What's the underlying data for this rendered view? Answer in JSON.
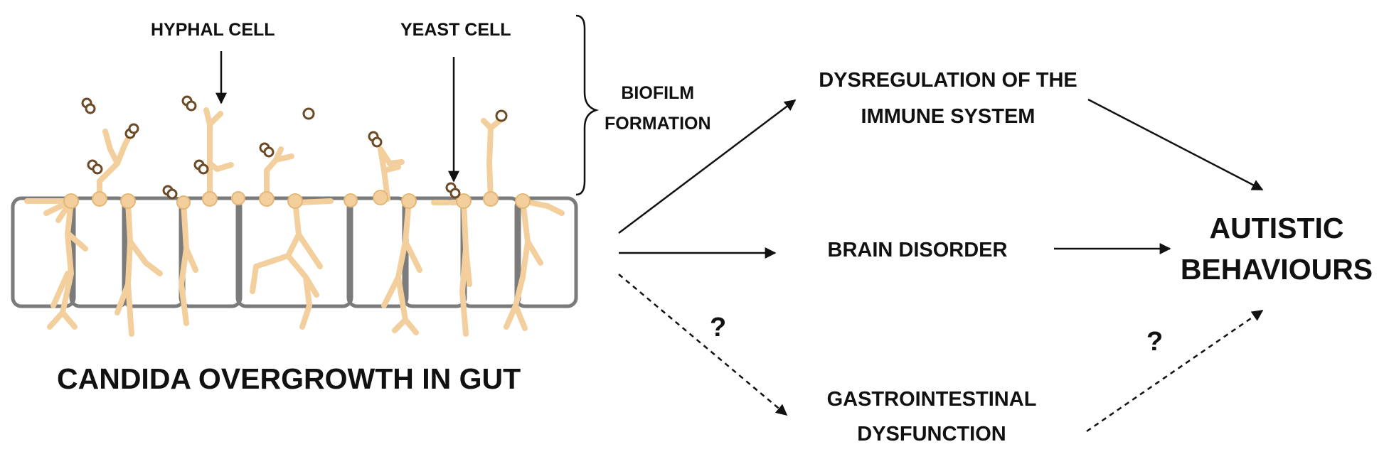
{
  "labels": {
    "hyphal_cell": "HYPHAL CELL",
    "yeast_cell": "YEAST CELL",
    "biofilm_line1": "BIOFILM",
    "biofilm_line2": "FORMATION",
    "candida": "CANDIDA OVERGROWTH IN GUT",
    "dysregulation_line1": "DYSREGULATION OF THE",
    "dysregulation_line2": "IMMUNE SYSTEM",
    "brain": "BRAIN DISORDER",
    "gastro_line1": "GASTROINTESTINAL",
    "gastro_line2": "DYSFUNCTION",
    "autistic_line1": "AUTISTIC",
    "autistic_line2": "BEHAVIOURS",
    "question_left": "?",
    "question_right": "?"
  },
  "colors": {
    "hypha": "#f2cf9c",
    "hypha_stroke": "#e3b877",
    "cell_wall": "#7b7b7b",
    "yeast_stroke": "#6b4a25",
    "arrow": "#111111"
  },
  "arrows": [
    {
      "from": "candida",
      "to": "dysregulation",
      "style": "solid"
    },
    {
      "from": "candida",
      "to": "brain",
      "style": "solid"
    },
    {
      "from": "candida",
      "to": "gastro",
      "style": "dashed"
    },
    {
      "from": "dysregulation",
      "to": "autistic",
      "style": "solid"
    },
    {
      "from": "brain",
      "to": "autistic",
      "style": "solid"
    },
    {
      "from": "gastro",
      "to": "autistic",
      "style": "dashed"
    }
  ]
}
